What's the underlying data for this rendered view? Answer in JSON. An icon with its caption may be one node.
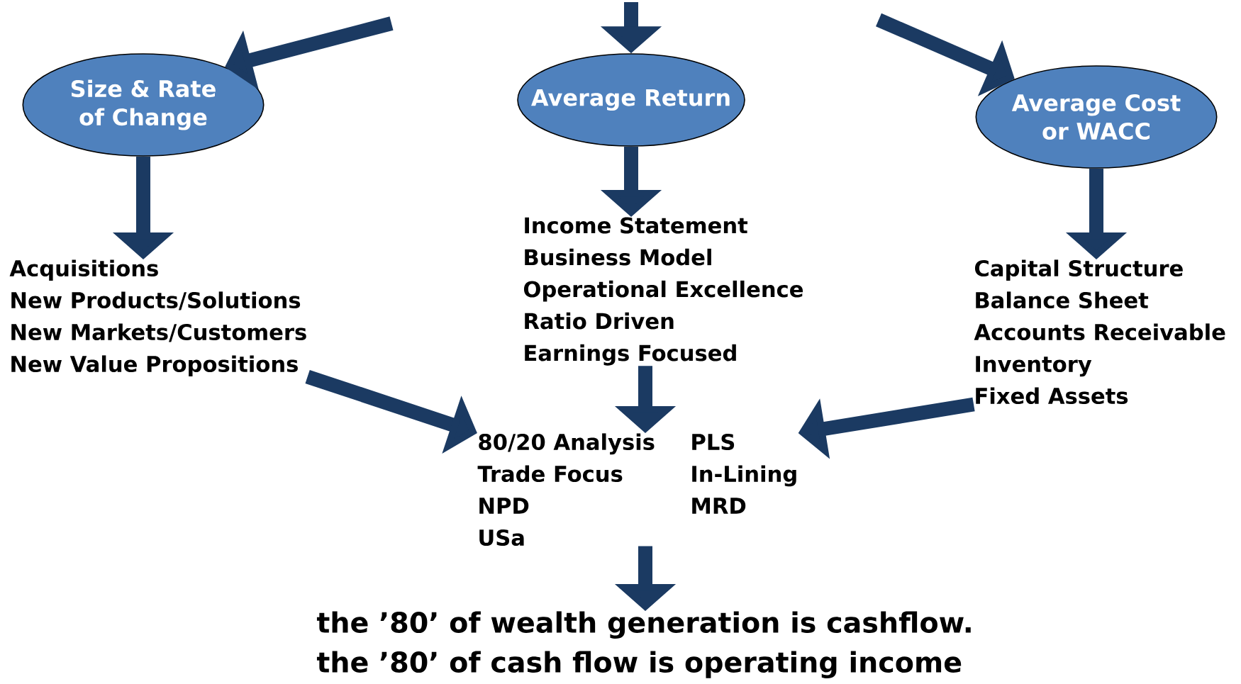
{
  "diagram": {
    "nodes": [
      {
        "text": [
          "Size & Rate of Change"
        ]
      },
      {
        "text": [
          "Average Return"
        ]
      },
      {
        "text": [
          "Average Cost or WACC"
        ]
      },
      {
        "text": [
          "Acquisitions",
          "New Products/Solutions",
          "New Markets/Customers",
          "New Value Propositions"
        ]
      },
      {
        "text": [
          "Income Statement",
          "Business Model",
          "Operational Excellence",
          "Ratio Driven",
          "Earnings Focused"
        ]
      },
      {
        "text": [
          "Capital Structure",
          "Balance Sheet",
          "Accounts Receivable",
          "Inventory",
          "Fixed Assets"
        ]
      },
      {
        "text": [
          "80/20 Analysis",
          "Trade Focus",
          "NPD",
          "USa",
          "PLS",
          "In-Lining",
          "MRD"
        ]
      },
      {
        "text": [
          "the ’80’ of wealth generation is cashflow.",
          "the ’80’ of cash flow is operating income"
        ]
      }
    ],
    "edges": [
      {
        "from": null,
        "to": 0,
        "arrow": "to"
      },
      {
        "from": null,
        "to": 1,
        "arrow": "to"
      },
      {
        "from": null,
        "to": 2,
        "arrow": "to"
      },
      {
        "from": 0,
        "to": 3,
        "arrow": "to"
      },
      {
        "from": 1,
        "to": 4,
        "arrow": "to"
      },
      {
        "from": 2,
        "to": 5,
        "arrow": "to"
      },
      {
        "from": 3,
        "to": 6,
        "arrow": "to"
      },
      {
        "from": 4,
        "to": 6,
        "arrow": "to"
      },
      {
        "from": 5,
        "to": 6,
        "arrow": "to"
      },
      {
        "from": 6,
        "to": 7,
        "arrow": "to"
      }
    ]
  }
}
